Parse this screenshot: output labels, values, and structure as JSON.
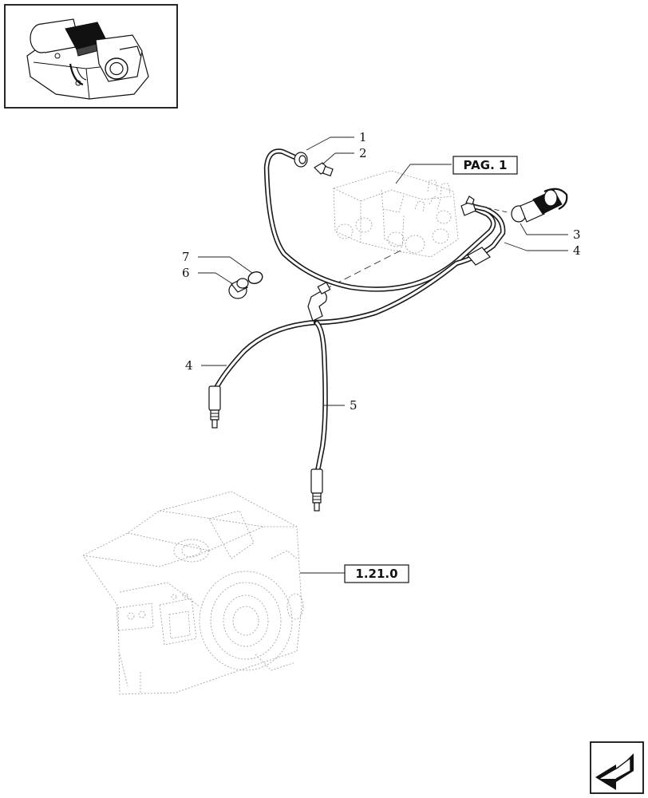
{
  "callouts": {
    "c1": "1",
    "c2": "2",
    "c3": "3",
    "c4a": "4",
    "c4b": "4",
    "c5": "5",
    "c6": "6",
    "c7": "7"
  },
  "references": {
    "pag": "PAG. 1",
    "section": "1.21.0"
  },
  "icons": {
    "thumbnail": "assembly-thumbnail-icon",
    "nav": "next-page-arrow-icon"
  }
}
